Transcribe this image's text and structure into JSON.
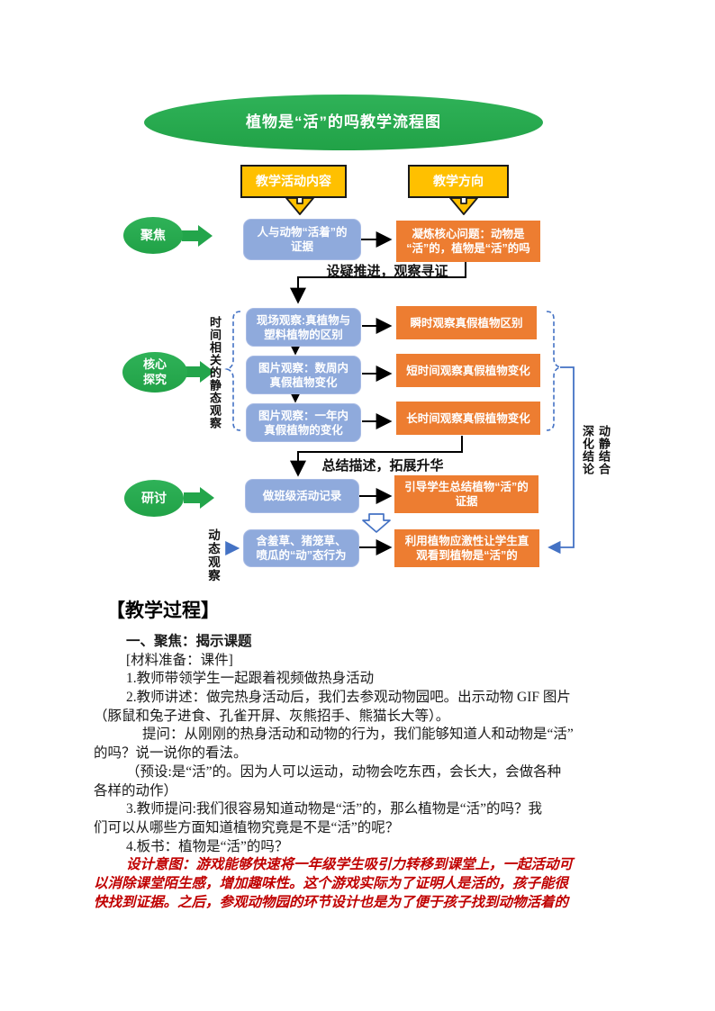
{
  "flow": {
    "title": "植物是“活”的吗教学流程图",
    "headers": {
      "left": "教学活动内容",
      "right": "教学方向"
    },
    "stages": {
      "focus": "聚焦",
      "core": "核心\n探究",
      "discuss": "研讨"
    },
    "labels": {
      "step1": "设疑推进，观察寻证",
      "step2": "总结描述，拓展升华",
      "static_side": "时间相关的静态观察",
      "dynamic_side": "动态观察",
      "right_col1": "动静结合",
      "right_col2": "深化结论"
    },
    "blue": {
      "evidence": "人与动物“活着”的\n证据",
      "observe1": "现场观察:真植物与\n塑料植物的区别",
      "observe2": "图片观察：数周内\n真假植物变化",
      "observe3": "图片观察：一年内\n真假植物的变化",
      "record": "做班级活动记录",
      "plants": "含羞草、猪笼草、\n喷瓜的“动”态行为"
    },
    "orange": {
      "core_question": "凝炼核心问题：动物是\n“活”的，植物是“活”的吗",
      "goal1": "瞬时观察真假植物区别",
      "goal2": "短时间观察真假植物变化",
      "goal3": "长时间观察真假植物变化",
      "goal4": "引导学生总结植物“活”的\n证据",
      "goal5": "利用植物应激性让学生直\n观看到植物是“活”的"
    },
    "colors": {
      "green": "#28a84d",
      "yellow": "#ffc000",
      "blue_box": "#8faadc",
      "orange_box": "#ed7d31",
      "connector_blue": "#4472c4"
    }
  },
  "doc": {
    "section_heading": "【教学过程】",
    "lines": [
      {
        "text": "一、聚焦：揭示课题"
      },
      {
        "text": "[材料准备：课件]"
      },
      {
        "text": "1.教师带领学生一起跟着视频做热身活动"
      },
      {
        "text": "2.教师讲述：做完热身活动后，我们去参观动物园吧。出示动物 GIF 图片"
      },
      {
        "text": "（豚鼠和兔子进食、孔雀开屏、灰熊招手、熊猫长大等）。"
      },
      {
        "text": "提问：从刚刚的热身活动和动物的行为，我们能够知道人和动物是“活”"
      },
      {
        "text": "的吗？说一说你的看法。"
      },
      {
        "text": "（预设:是“活”的。因为人可以运动，动物会吃东西，会长大，会做各种"
      },
      {
        "text": "各样的动作）"
      },
      {
        "text": "3.教师提问:我们很容易知道动物是“活”的，那么植物是“活”的吗？我"
      },
      {
        "text": "们可以从哪些方面知道植物究竟是不是“活”的呢？"
      },
      {
        "text": "4.板书：植物是“活”的吗？"
      },
      {
        "text": "设计意图：游戏能够快速将一年级学生吸引力转移到课堂上，一起活动可"
      },
      {
        "text": "以消除课堂陌生感，增加趣味性。这个游戏实际为了证明人是活的，孩子能很"
      },
      {
        "text": "快找到证据。之后，参观动物园的环节设计也是为了便于孩子找到动物活着的"
      }
    ]
  }
}
